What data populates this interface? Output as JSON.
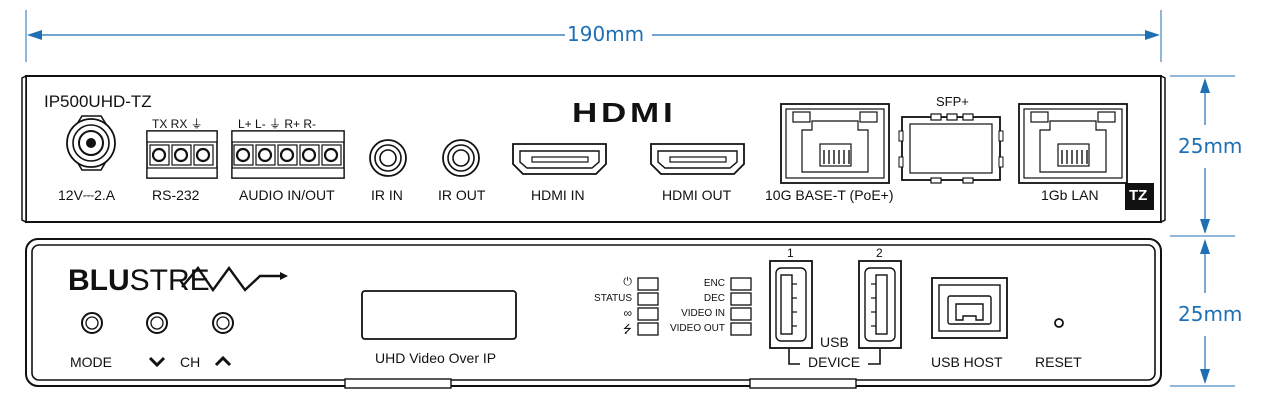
{
  "dimensions": {
    "width_label": "190mm",
    "rear_height_label": "25mm",
    "front_height_label": "25mm",
    "color": "#1f6fb5"
  },
  "rear_panel": {
    "model": "IP500UHD-TZ",
    "power_label": "12V⎓2.A",
    "rs232": {
      "pins": "TX RX ⏚",
      "label": "RS-232"
    },
    "audio": {
      "pins": "L+  L-  ⏚  R+  R-",
      "label": "AUDIO IN/OUT"
    },
    "ir_in_label": "IR IN",
    "ir_out_label": "IR OUT",
    "hdmi_logo_text": "HDMI",
    "hdmi_in_label": "HDMI IN",
    "hdmi_out_label": "HDMI OUT",
    "sfp_label": "SFP+",
    "lan10g_label": "10G BASE-T (PoE+)",
    "lan1g_label": "1Gb LAN",
    "badge": "TZ"
  },
  "front_panel": {
    "brand_bold": "BLU",
    "brand_rest": "STRE",
    "mode_label": "MODE",
    "ch_label": "CH",
    "display_label": "UHD Video Over IP",
    "left_leds": [
      {
        "label": "⏻",
        "icon": "power-icon"
      },
      {
        "label": "STATUS"
      },
      {
        "label": "∞",
        "icon": "link-icon"
      },
      {
        "label": "⭍",
        "icon": "usb-icon"
      }
    ],
    "right_leds": [
      {
        "label": "ENC"
      },
      {
        "label": "DEC"
      },
      {
        "label": "VIDEO IN"
      },
      {
        "label": "VIDEO OUT"
      }
    ],
    "usb_port_1": "1",
    "usb_port_2": "2",
    "usb_device_line1": "USB",
    "usb_device_line2": "DEVICE",
    "usb_host_label": "USB HOST",
    "reset_label": "RESET"
  }
}
